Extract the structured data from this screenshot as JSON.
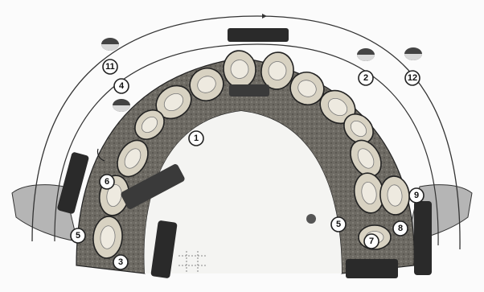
{
  "figure": {
    "markers": [
      {
        "id": "m1",
        "label": "1"
      },
      {
        "id": "m2",
        "label": "2"
      },
      {
        "id": "m3",
        "label": "3"
      },
      {
        "id": "m4",
        "label": "4"
      },
      {
        "id": "m5a",
        "label": "5"
      },
      {
        "id": "m5b",
        "label": "5"
      },
      {
        "id": "m6",
        "label": "6"
      },
      {
        "id": "m7",
        "label": "7"
      },
      {
        "id": "m8",
        "label": "8"
      },
      {
        "id": "m9",
        "label": "9"
      },
      {
        "id": "m11",
        "label": "11"
      },
      {
        "id": "m12",
        "label": "12"
      }
    ],
    "colors": {
      "outline": "#222222",
      "tooth_fill": "#d8d2c2",
      "tooth_core": "#eeeae0",
      "gum": "#6d6a63",
      "tray": "#2a2a2a",
      "flange": "#b5b5b5"
    }
  }
}
